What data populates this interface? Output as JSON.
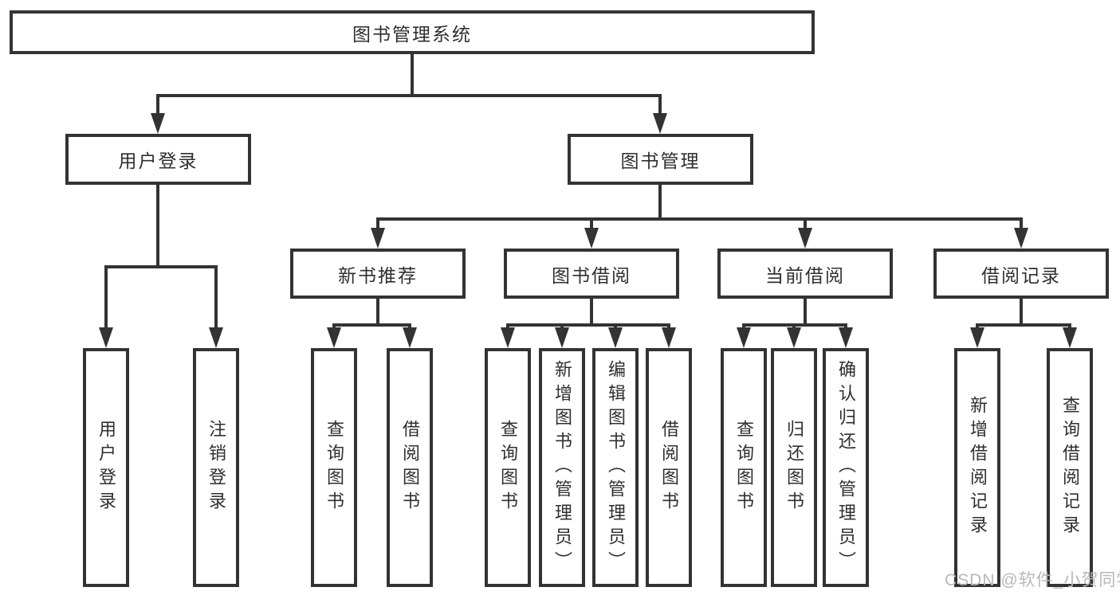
{
  "diagram": {
    "root": {
      "label": "图书管理系统"
    },
    "level1": [
      {
        "label": "用户登录"
      },
      {
        "label": "图书管理"
      }
    ],
    "level2": [
      {
        "label": "新书推荐"
      },
      {
        "label": "图书借阅"
      },
      {
        "label": "当前借阅"
      },
      {
        "label": "借阅记录"
      }
    ],
    "leaves": [
      {
        "label": "用户登录"
      },
      {
        "label": "注销登录"
      },
      {
        "label": "查询图书"
      },
      {
        "label": "借阅图书"
      },
      {
        "label": "查询图书"
      },
      {
        "label": "新增图书（管理员）"
      },
      {
        "label": "编辑图书（管理员）"
      },
      {
        "label": "借阅图书"
      },
      {
        "label": "查询图书"
      },
      {
        "label": "归还图书"
      },
      {
        "label": "确认归还（管理员）"
      },
      {
        "label": "新增借阅记录"
      },
      {
        "label": "查询借阅记录"
      }
    ],
    "watermark": "CSDN @软件_小贺同学",
    "colors": {
      "line": "#333333",
      "text": "#2f2f2f",
      "background": "#ffffff",
      "watermark": "#b8b8b8"
    }
  }
}
